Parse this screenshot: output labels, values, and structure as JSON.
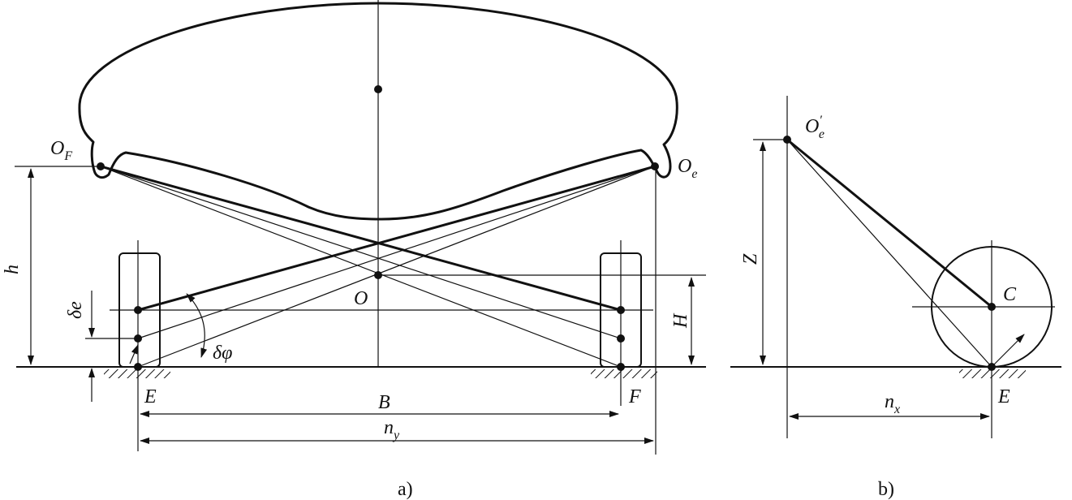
{
  "figure_a": {
    "labels": {
      "O_F": "O",
      "O_F_sub": "F",
      "O_e": "O",
      "O_e_sub": "e",
      "O": "O",
      "h": "h",
      "H": "H",
      "delta_e": "δe",
      "delta_phi": "δφ",
      "E": "E",
      "F": "F",
      "B": "B",
      "n_y": "n",
      "n_y_sub": "y"
    },
    "caption": "a)"
  },
  "figure_b": {
    "labels": {
      "O_e_prime": "O",
      "O_e_prime_sup": "′",
      "O_e_prime_sub": "e",
      "C": "C",
      "Z": "Z",
      "E": "E",
      "n_x": "n",
      "n_x_sub": "x"
    },
    "caption": "b)"
  },
  "style": {
    "stroke": "#111111",
    "background": "#ffffff"
  }
}
